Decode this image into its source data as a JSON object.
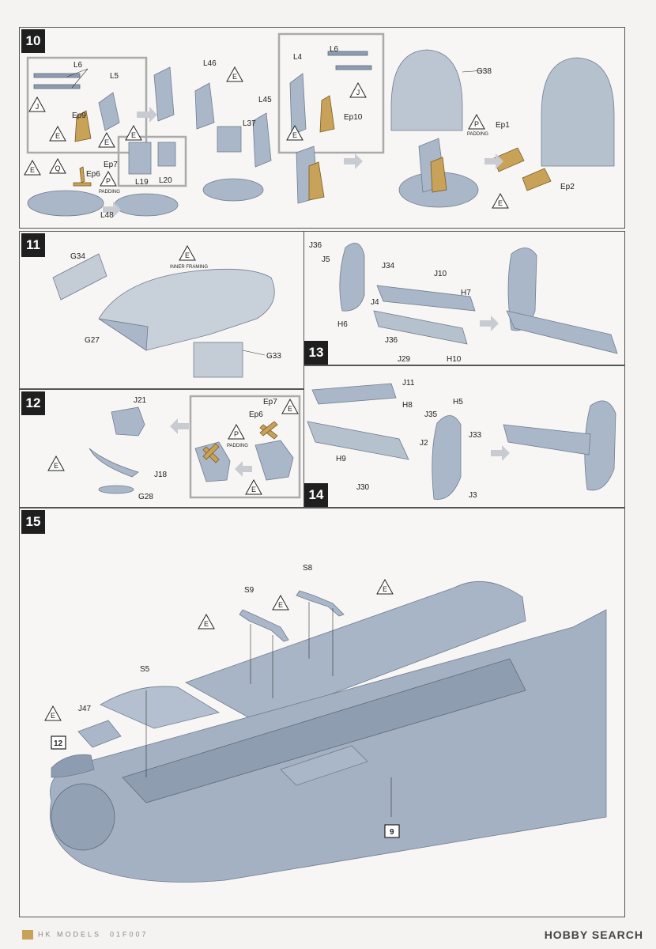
{
  "steps": {
    "s10": "10",
    "s11": "11",
    "s12": "12",
    "s13": "13",
    "s14": "14",
    "s15": "15"
  },
  "symbols": {
    "E": "E",
    "J": "J",
    "P": "P",
    "Q": "Q"
  },
  "notes": {
    "padding": "PADDING",
    "inner_framing": "INNER FRAMING"
  },
  "step10": {
    "L6a": "L6",
    "L5": "L5",
    "Ep9": "Ep9",
    "L46": "L46",
    "L37": "L37",
    "L45": "L45",
    "L4": "L4",
    "L6b": "L6",
    "Ep10": "Ep10",
    "G38": "G38",
    "Ep1": "Ep1",
    "Ep2": "Ep2",
    "Ep7": "Ep7",
    "Ep6": "Ep6",
    "L19": "L19",
    "L20": "L20",
    "L48": "L48"
  },
  "step11": {
    "G34": "G34",
    "G27": "G27",
    "G33": "G33"
  },
  "step12": {
    "J21": "J21",
    "J18": "J18",
    "G28": "G28",
    "Ep7": "Ep7",
    "Ep6": "Ep6"
  },
  "step13": {
    "J36a": "J36",
    "J5": "J5",
    "J34": "J34",
    "J10": "J10",
    "H7": "H7",
    "J4": "J4",
    "H6": "H6",
    "J36b": "J36",
    "J29": "J29",
    "H10": "H10"
  },
  "step14": {
    "J11": "J11",
    "H8": "H8",
    "H5": "H5",
    "J35": "J35",
    "J33": "J33",
    "J2": "J2",
    "H9": "H9",
    "J30": "J30",
    "J3": "J3"
  },
  "step15": {
    "S8": "S8",
    "S9": "S9",
    "S5": "S5",
    "J47": "J47",
    "ref12": "12",
    "ref9": "9"
  },
  "footer": {
    "brand": "HK MODELS",
    "code": "01F007",
    "watermark": "HOBBY SEARCH"
  }
}
